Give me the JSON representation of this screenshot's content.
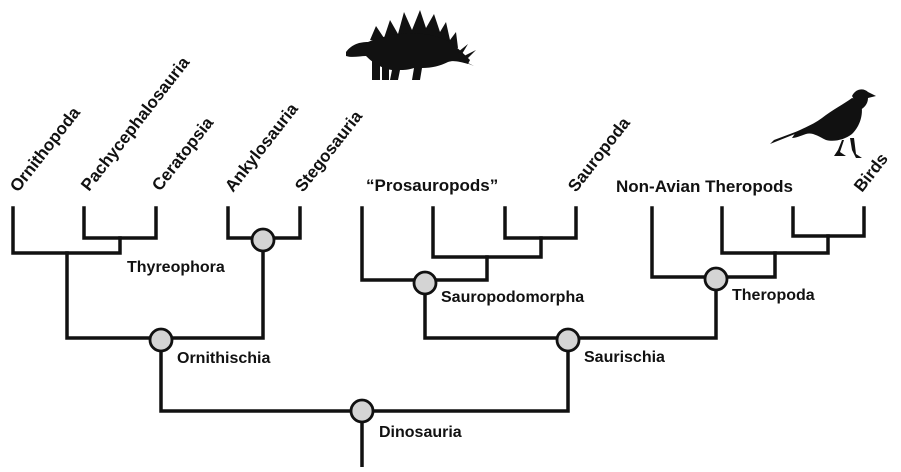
{
  "diagram": {
    "type": "cladogram",
    "colors": {
      "line": "#111111",
      "node_fill": "#d4d4d4",
      "background": "#ffffff"
    },
    "taxa": [
      {
        "id": "ornithopoda",
        "label": "Ornithopoda"
      },
      {
        "id": "pachycephalosauria",
        "label": "Pachycephalosauria"
      },
      {
        "id": "ceratopsia",
        "label": "Ceratopsia"
      },
      {
        "id": "ankylosauria",
        "label": "Ankylosauria"
      },
      {
        "id": "stegosauria",
        "label": "Stegosauria"
      },
      {
        "id": "prosauropods",
        "label": "“Prosauropods”"
      },
      {
        "id": "sauropoda",
        "label": "Sauropoda"
      },
      {
        "id": "non_avian_theropods",
        "label": "Non-Avian Theropods"
      },
      {
        "id": "birds",
        "label": "Birds"
      }
    ],
    "clades": [
      {
        "id": "thyreophora",
        "label": "Thyreophora"
      },
      {
        "id": "ornithischia",
        "label": "Ornithischia"
      },
      {
        "id": "sauropodomorpha",
        "label": "Sauropodomorpha"
      },
      {
        "id": "theropoda",
        "label": "Theropoda"
      },
      {
        "id": "saurischia",
        "label": "Saurischia"
      },
      {
        "id": "dinosauria",
        "label": "Dinosauria"
      }
    ],
    "silhouettes": [
      {
        "id": "stegosaur",
        "icon": "stegosaurus-silhouette-icon"
      },
      {
        "id": "bird",
        "icon": "bird-silhouette-icon"
      }
    ]
  }
}
